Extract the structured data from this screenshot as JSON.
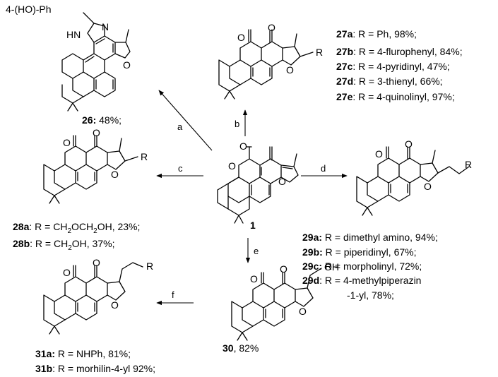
{
  "scheme": {
    "start_compound": "1",
    "arrows": [
      "a",
      "b",
      "c",
      "d",
      "e",
      "f"
    ],
    "substituents": {
      "r": "R",
      "oh": "OH",
      "phenol": "4-(HO)-Ph",
      "nh": "HN"
    },
    "compounds": {
      "c26": {
        "id": "26:",
        "text": " 48%;"
      },
      "c27": [
        {
          "id": "27a",
          "text": ": R = Ph, 98%;"
        },
        {
          "id": "27b",
          "text": ": R = 4-flurophenyl, 84%;"
        },
        {
          "id": "27c",
          "text": ": R = 4-pyridinyl, 47%;"
        },
        {
          "id": "27d",
          "text": ": R = 3-thienyl, 66%;"
        },
        {
          "id": "27e",
          "text": ": R = 4-quinolinyl,  97%;"
        }
      ],
      "c28": [
        {
          "id": "28a",
          "pre": ": R = CH",
          "s1": "2",
          "mid": "OCH",
          "s2": "2",
          "post": "OH, 23%;"
        },
        {
          "id": "28b",
          "pre": ": R = CH",
          "s1": "2",
          "mid": "",
          "s2": "",
          "post": "OH, 37%;"
        }
      ],
      "c29": [
        {
          "id": "29a:",
          "text": " R = dimethyl amino, 94%;"
        },
        {
          "id": "29b:",
          "text": " R = piperidinyl, 67%;"
        },
        {
          "id": "29c:",
          "text": " R = morpholinyl, 72%;"
        },
        {
          "id": "29d",
          "text": ": R = 4-methylpiperazin"
        },
        {
          "id": "",
          "text": "-1-yl, 78%;"
        }
      ],
      "c30": {
        "id": "30",
        "text": ", 82%"
      },
      "c31": [
        {
          "id": "31a:",
          "text": " R = NHPh, 81%;"
        },
        {
          "id": "31b",
          "text": ": R = morhilin-4-yl 92%;"
        }
      ]
    }
  }
}
